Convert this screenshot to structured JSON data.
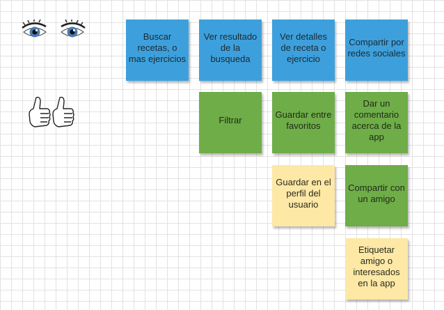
{
  "icons": {
    "eyes": "eyes-icon",
    "hands": "thumbs-up-hands-icon"
  },
  "colors": {
    "blue": "#3da0dc",
    "green": "#6fad48",
    "yellow": "#fde8a6"
  },
  "notes": {
    "buscar": "Buscar recetas, o mas ejercicios",
    "ver_resultado": "Ver resultado de la busqueda",
    "ver_detalles": "Ver detalles de receta o ejercicio",
    "compartir_redes": "Compartir por redes sociales",
    "filtrar": "Filtrar",
    "guardar_favoritos": "Guardar entre favoritos",
    "comentario": "Dar un comentario acerca de la app",
    "guardar_perfil": "Guardar en el perfil del usuario",
    "compartir_amigo": "Compartir con un amigo",
    "etiquetar": "Etiquetar amigo o interesados en la app"
  }
}
